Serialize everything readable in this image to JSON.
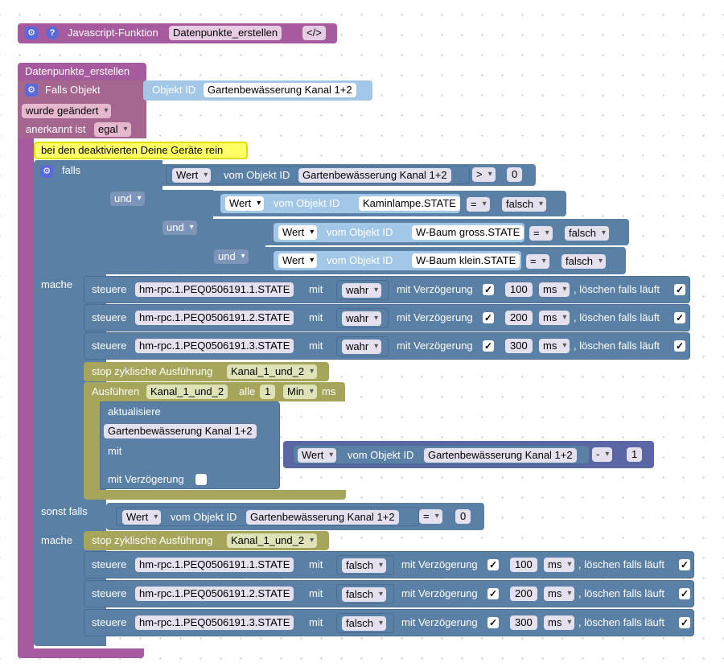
{
  "js_func": {
    "label": "Javascript-Funktion",
    "name": "Datenpunkte_erstellen",
    "code": "</>"
  },
  "trigger": {
    "title": "Datenpunkte_erstellen",
    "falls_objekt": "Falls Objekt",
    "objekt_id_label": "Objekt ID",
    "objekt_id": "Gartenbewässerung Kanal 1+2",
    "wurde": "wurde geändert",
    "anerkannt": "anerkannt ist",
    "egal": "egal",
    "comment": "bei den deaktivierten Deine Geräte rein"
  },
  "if": {
    "falls": "falls",
    "und": "und",
    "mache": "mache",
    "sonst_falls": "sonst falls",
    "wert": "Wert",
    "vom_objekt_id": "vom Objekt ID",
    "cond1": {
      "id": "Gartenbewässerung Kanal 1+2",
      "op": ">",
      "val": "0"
    },
    "cond2": {
      "id": "Kaminlampe.STATE",
      "op": "=",
      "val": "falsch"
    },
    "cond3": {
      "id": "W-Baum gross.STATE",
      "op": "=",
      "val": "falsch"
    },
    "cond4": {
      "id": "W-Baum klein.STATE",
      "op": "=",
      "val": "falsch"
    },
    "cond5": {
      "id": "Gartenbewässerung Kanal 1+2",
      "op": "=",
      "val": "0"
    }
  },
  "control": {
    "steuere": "steuere",
    "mit": "mit",
    "mit_verz": "mit Verzögerung",
    "ms": "ms",
    "loeschen": ", löschen falls läuft",
    "check": "✓"
  },
  "controls_a": [
    {
      "id": "hm-rpc.1.PEQ0506191.1.STATE",
      "val": "wahr",
      "delay": "100"
    },
    {
      "id": "hm-rpc.1.PEQ0506191.2.STATE",
      "val": "wahr",
      "delay": "200"
    },
    {
      "id": "hm-rpc.1.PEQ0506191.3.STATE",
      "val": "wahr",
      "delay": "300"
    }
  ],
  "controls_b": [
    {
      "id": "hm-rpc.1.PEQ0506191.1.STATE",
      "val": "falsch",
      "delay": "100"
    },
    {
      "id": "hm-rpc.1.PEQ0506191.2.STATE",
      "val": "falsch",
      "delay": "200"
    },
    {
      "id": "hm-rpc.1.PEQ0506191.3.STATE",
      "val": "falsch",
      "delay": "300"
    }
  ],
  "stop": {
    "label": "stop zyklische Ausführung",
    "name": "Kanal_1_und_2"
  },
  "exec": {
    "label": "Ausführen",
    "name": "Kanal_1_und_2",
    "alle": "alle",
    "n": "1",
    "unit": "Min",
    "ms": "ms"
  },
  "update": {
    "label": "aktualisiere",
    "target": "Gartenbewässerung Kanal 1+2",
    "mit": "mit",
    "minus_id": "Gartenbewässerung Kanal 1+2",
    "minus_op": "-",
    "minus_val": "1",
    "mit_verz": "mit Verzögerung"
  },
  "colors": {
    "purple": "#a55b9e",
    "trigger": "#a5668f",
    "steel": "#5b80a5",
    "olive": "#a5a55b",
    "comment": "#ffff00",
    "indigo": "#5b67a5"
  }
}
